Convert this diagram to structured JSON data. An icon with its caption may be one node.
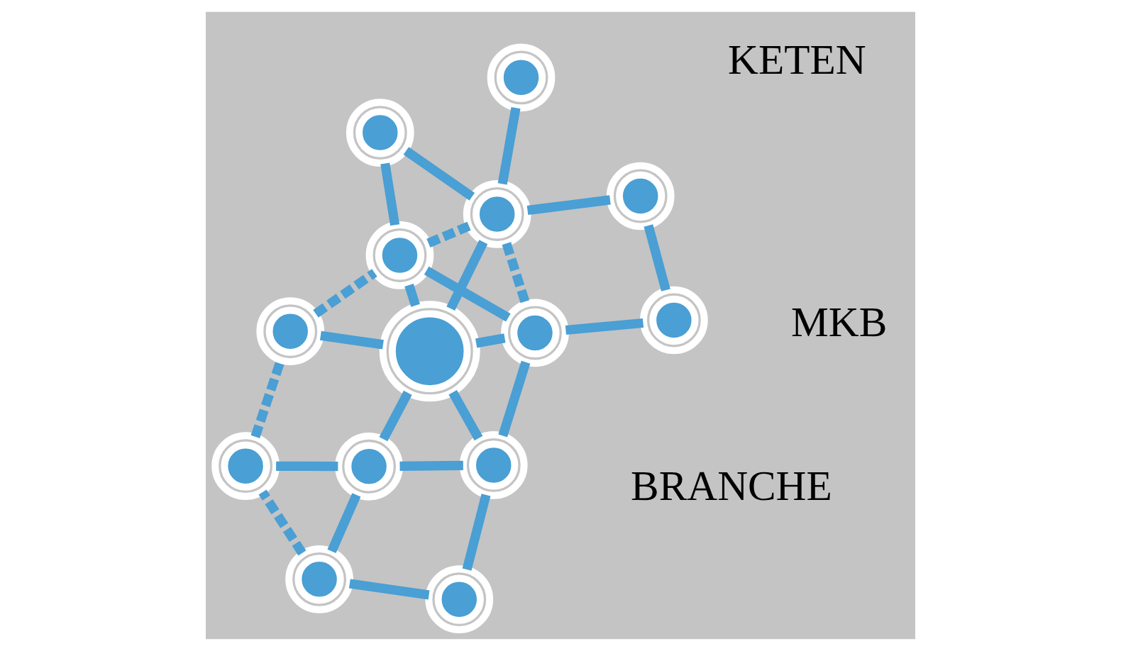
{
  "diagram": {
    "nodes": [
      {
        "text": [],
        "shape": "circle"
      },
      {
        "text": [],
        "shape": "circle"
      },
      {
        "text": [],
        "shape": "circle"
      },
      {
        "text": [],
        "shape": "circle"
      },
      {
        "text": [],
        "shape": "circle"
      },
      {
        "text": [],
        "shape": "circle"
      },
      {
        "text": [],
        "shape": "circle"
      },
      {
        "text": [],
        "shape": "circle"
      },
      {
        "text": [],
        "shape": "circle"
      },
      {
        "text": [],
        "shape": "circle"
      },
      {
        "text": [],
        "shape": "circle"
      },
      {
        "text": [],
        "shape": "circle"
      },
      {
        "text": [],
        "shape": "circle"
      },
      {
        "text": [],
        "shape": "circle"
      }
    ],
    "edges": [
      {
        "from": 0,
        "to": 5,
        "arrow": "none"
      },
      {
        "from": 4,
        "to": 6,
        "arrow": "none"
      },
      {
        "from": 6,
        "to": 5,
        "arrow": "none"
      },
      {
        "from": 6,
        "to": 8,
        "arrow": "none"
      },
      {
        "from": 6,
        "to": 9,
        "arrow": "none"
      },
      {
        "from": 5,
        "to": 9,
        "arrow": "none"
      },
      {
        "from": 5,
        "to": 2,
        "arrow": "none"
      },
      {
        "from": 5,
        "to": 10,
        "arrow": "none"
      },
      {
        "from": 5,
        "to": 7,
        "arrow": "none"
      },
      {
        "from": 2,
        "to": 1,
        "arrow": "none"
      },
      {
        "from": 2,
        "to": 10,
        "arrow": "none"
      },
      {
        "from": 1,
        "to": 7,
        "arrow": "none"
      },
      {
        "from": 3,
        "to": 7,
        "arrow": "none"
      },
      {
        "from": 7,
        "to": 11,
        "arrow": "none"
      },
      {
        "from": 11,
        "to": 12,
        "arrow": "none"
      },
      {
        "from": 10,
        "to": 12,
        "arrow": "none"
      },
      {
        "from": 9,
        "to": 10,
        "arrow": "none"
      },
      {
        "from": 8,
        "to": 13,
        "arrow": "none"
      },
      {
        "from": 13,
        "to": 9,
        "arrow": "none"
      },
      {
        "from": 8,
        "to": 4,
        "arrow": "none",
        "style": "dashed"
      },
      {
        "from": 4,
        "to": 0,
        "arrow": "none",
        "style": "dashed"
      },
      {
        "from": 0,
        "to": 2,
        "arrow": "none",
        "style": "dashed"
      },
      {
        "from": 2,
        "to": 7,
        "arrow": "none",
        "style": "dashed"
      },
      {
        "from": 7,
        "to": 10,
        "arrow": "none",
        "style": "dashed"
      }
    ],
    "labels": [
      "KETEN",
      "MKB",
      "BRANCHE"
    ]
  }
}
